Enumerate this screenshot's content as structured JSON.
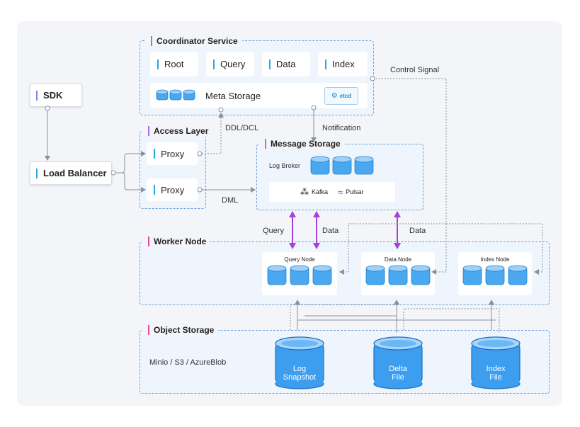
{
  "groups": {
    "coordinator": "Coordinator Service",
    "access": "Access Layer",
    "message": "Message Storage",
    "worker": "Worker Node",
    "object": "Object Storage"
  },
  "coordinator_boxes": [
    "Root",
    "Query",
    "Data",
    "Index"
  ],
  "meta_storage": "Meta Storage",
  "etcd": "etcd",
  "sdk": "SDK",
  "load_balancer": "Load Balancer",
  "proxies": [
    "Proxy",
    "Proxy"
  ],
  "log_broker": "Log Broker",
  "kafka": "Kafka",
  "pulsar": "Pulsar",
  "edge_labels": {
    "ddl": "DDL/DCL",
    "notification": "Notification",
    "dml": "DML",
    "control": "Control Signal",
    "query": "Query",
    "data1": "Data",
    "data2": "Data"
  },
  "worker_nodes": [
    "Query Node",
    "Data Node",
    "Index Node"
  ],
  "object_storage_label": "Minio / S3 / AzureBlob",
  "object_files": [
    {
      "line1": "Log",
      "line2": "Snapshot"
    },
    {
      "line1": "Delta",
      "line2": "File"
    },
    {
      "line1": "Index",
      "line2": "File"
    }
  ],
  "colors": {
    "accent_purple": "#a540d8",
    "accent_blue": "#29a9e1",
    "dash_blue": "#6f9fd6",
    "cylinder_fill": "#4aa8f0"
  }
}
